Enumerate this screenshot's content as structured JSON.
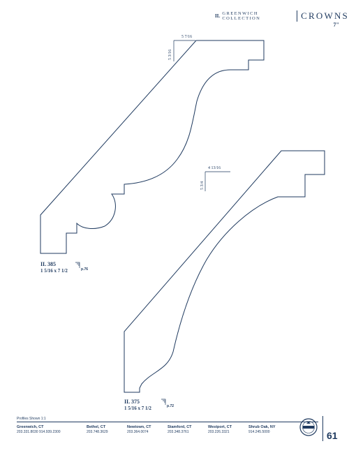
{
  "header": {
    "brand_mark": "IL",
    "collection": "GREENWICH COLLECTION",
    "category": "CROWNS",
    "size": "7\""
  },
  "profiles": [
    {
      "code": "IL 385",
      "dimensions": "1 5/16 x 7 1/2",
      "page_ref": "p.76",
      "dim_horizontal": "5 7/16",
      "dim_vertical": "5 3/16"
    },
    {
      "code": "IL 375",
      "dimensions": "1 5/16 x 7 1/2",
      "page_ref": "p.72",
      "dim_horizontal": "4 13/16",
      "dim_vertical": "5 3/4"
    }
  ],
  "footer": {
    "note": "Profiles Shown 1:1",
    "locations": [
      {
        "city": "Greenwich, CT",
        "phone": "203.331.8030  914.939.2300"
      },
      {
        "city": "Bethel, CT",
        "phone": "203.748.3629"
      },
      {
        "city": "Newtown, CT",
        "phone": "203.364.0074"
      },
      {
        "city": "Stamford, CT",
        "phone": "203.348.3761"
      },
      {
        "city": "Westport, CT",
        "phone": "203.226.3321"
      },
      {
        "city": "Shrub Oak, NY",
        "phone": "914.245.5000"
      }
    ],
    "page_number": "61"
  },
  "colors": {
    "ink": "#1f3a5f"
  }
}
